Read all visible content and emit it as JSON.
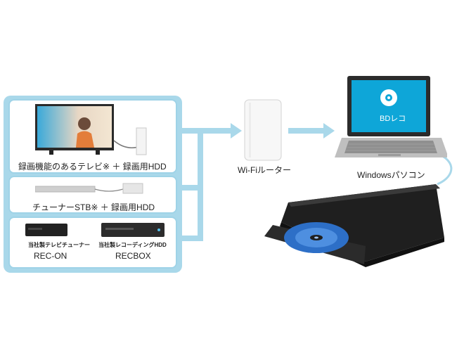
{
  "sources": {
    "tv": {
      "label": "録画機能のあるテレビ※ ＋ 録画用HDD"
    },
    "stb": {
      "label": "チューナーSTB※ ＋ 録画用HDD"
    },
    "recon": {
      "caption": "当社製テレビチューナー",
      "name": "REC-ON"
    },
    "recbox": {
      "caption": "当社製レコーディングHDD",
      "name": "RECBOX"
    }
  },
  "router": {
    "label": "Wi-Fiルーター"
  },
  "pc": {
    "label": "Windowsパソコン",
    "screen_text": "BDレコ"
  },
  "colors": {
    "connector": "#a9d8ea",
    "accent": "#1a9ad6",
    "laptop_screen": "#0ea6d8"
  }
}
